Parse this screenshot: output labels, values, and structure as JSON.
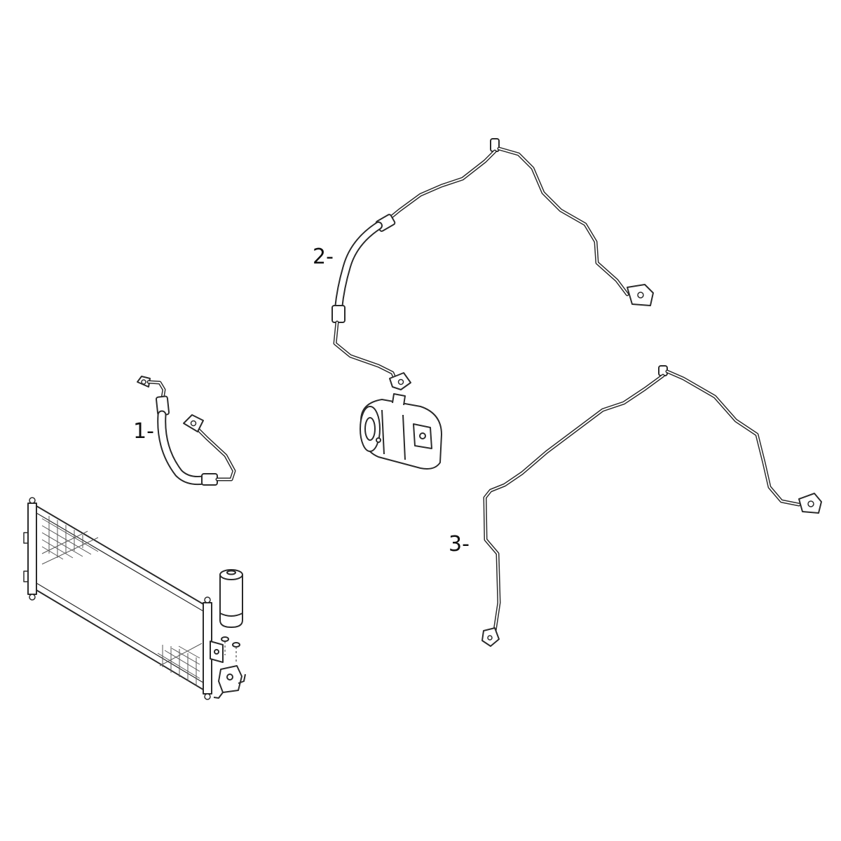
{
  "labels": {
    "part_1": "1-",
    "part_2": "2-",
    "part_3": "3-"
  },
  "colors": {
    "line": "#2a2a2a",
    "fill": "#ffffff",
    "shade": "#9a9a9a"
  }
}
